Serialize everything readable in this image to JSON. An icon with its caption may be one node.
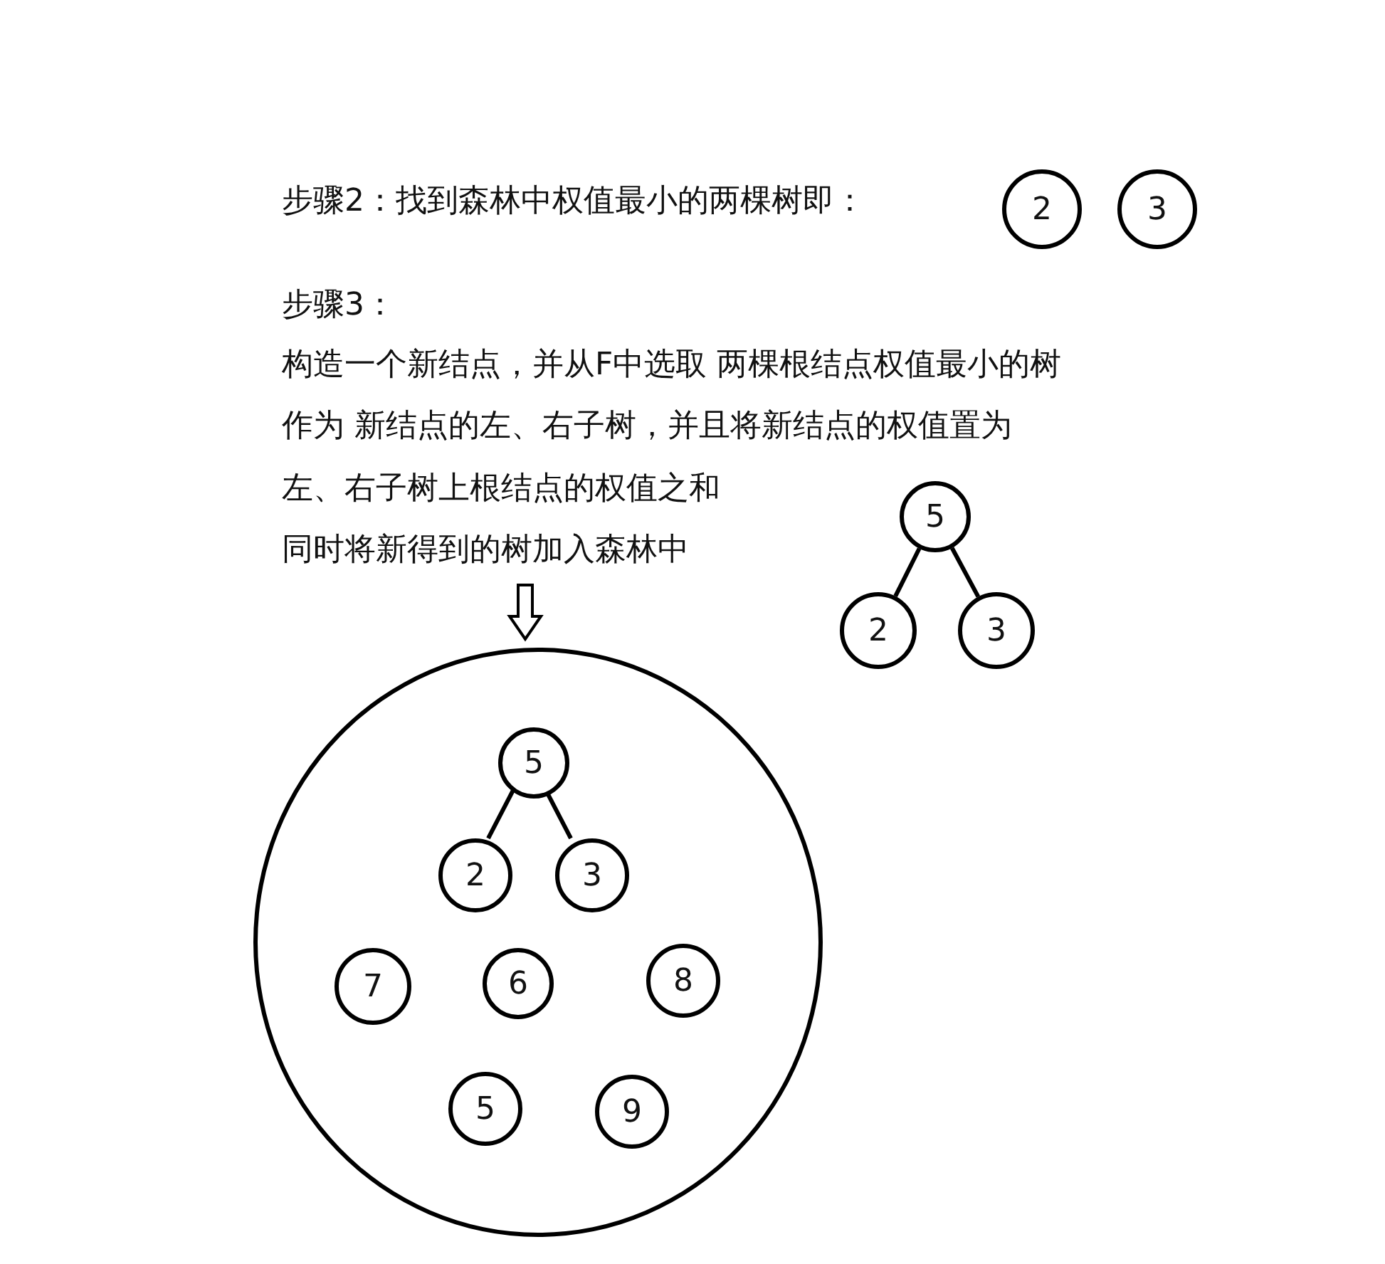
{
  "diagram": {
    "nodes": [
      {
        "text": [
          "2"
        ]
      },
      {
        "text": [
          "3"
        ]
      },
      {
        "text": [
          "5"
        ]
      },
      {
        "text": [
          "2"
        ]
      },
      {
        "text": [
          "3"
        ]
      },
      {
        "text": [],
        "shape": "circle"
      },
      {
        "text": [
          "5"
        ],
        "in": 5
      },
      {
        "text": [
          "2"
        ],
        "in": 5
      },
      {
        "text": [
          "3"
        ],
        "in": 5
      },
      {
        "text": [
          "7"
        ],
        "in": 5
      },
      {
        "text": [
          "6"
        ],
        "in": 5
      },
      {
        "text": [
          "8"
        ],
        "in": 5
      },
      {
        "text": [
          "5"
        ],
        "in": 5
      },
      {
        "text": [
          "9"
        ],
        "in": 5
      }
    ],
    "edges": [
      {
        "from": 2,
        "to": 3,
        "arrow": "none"
      },
      {
        "from": 2,
        "to": 4,
        "arrow": "none"
      },
      {
        "from": 6,
        "to": 7,
        "arrow": "none"
      },
      {
        "from": 6,
        "to": 8,
        "arrow": "none"
      },
      {
        "from": null,
        "to": 5,
        "arrow": "to"
      }
    ],
    "labels": [
      "步骤2：找到森林中权值最小的两棵树即：",
      "步骤3：",
      "构造一个新结点，并从F中选取 两棵根结点权值最小的树",
      "作为 新结点的左、右子树，并且将新结点的权值置为",
      "左、右子树上根结点的权值之和",
      "同时将新得到的树加入森林中"
    ]
  }
}
